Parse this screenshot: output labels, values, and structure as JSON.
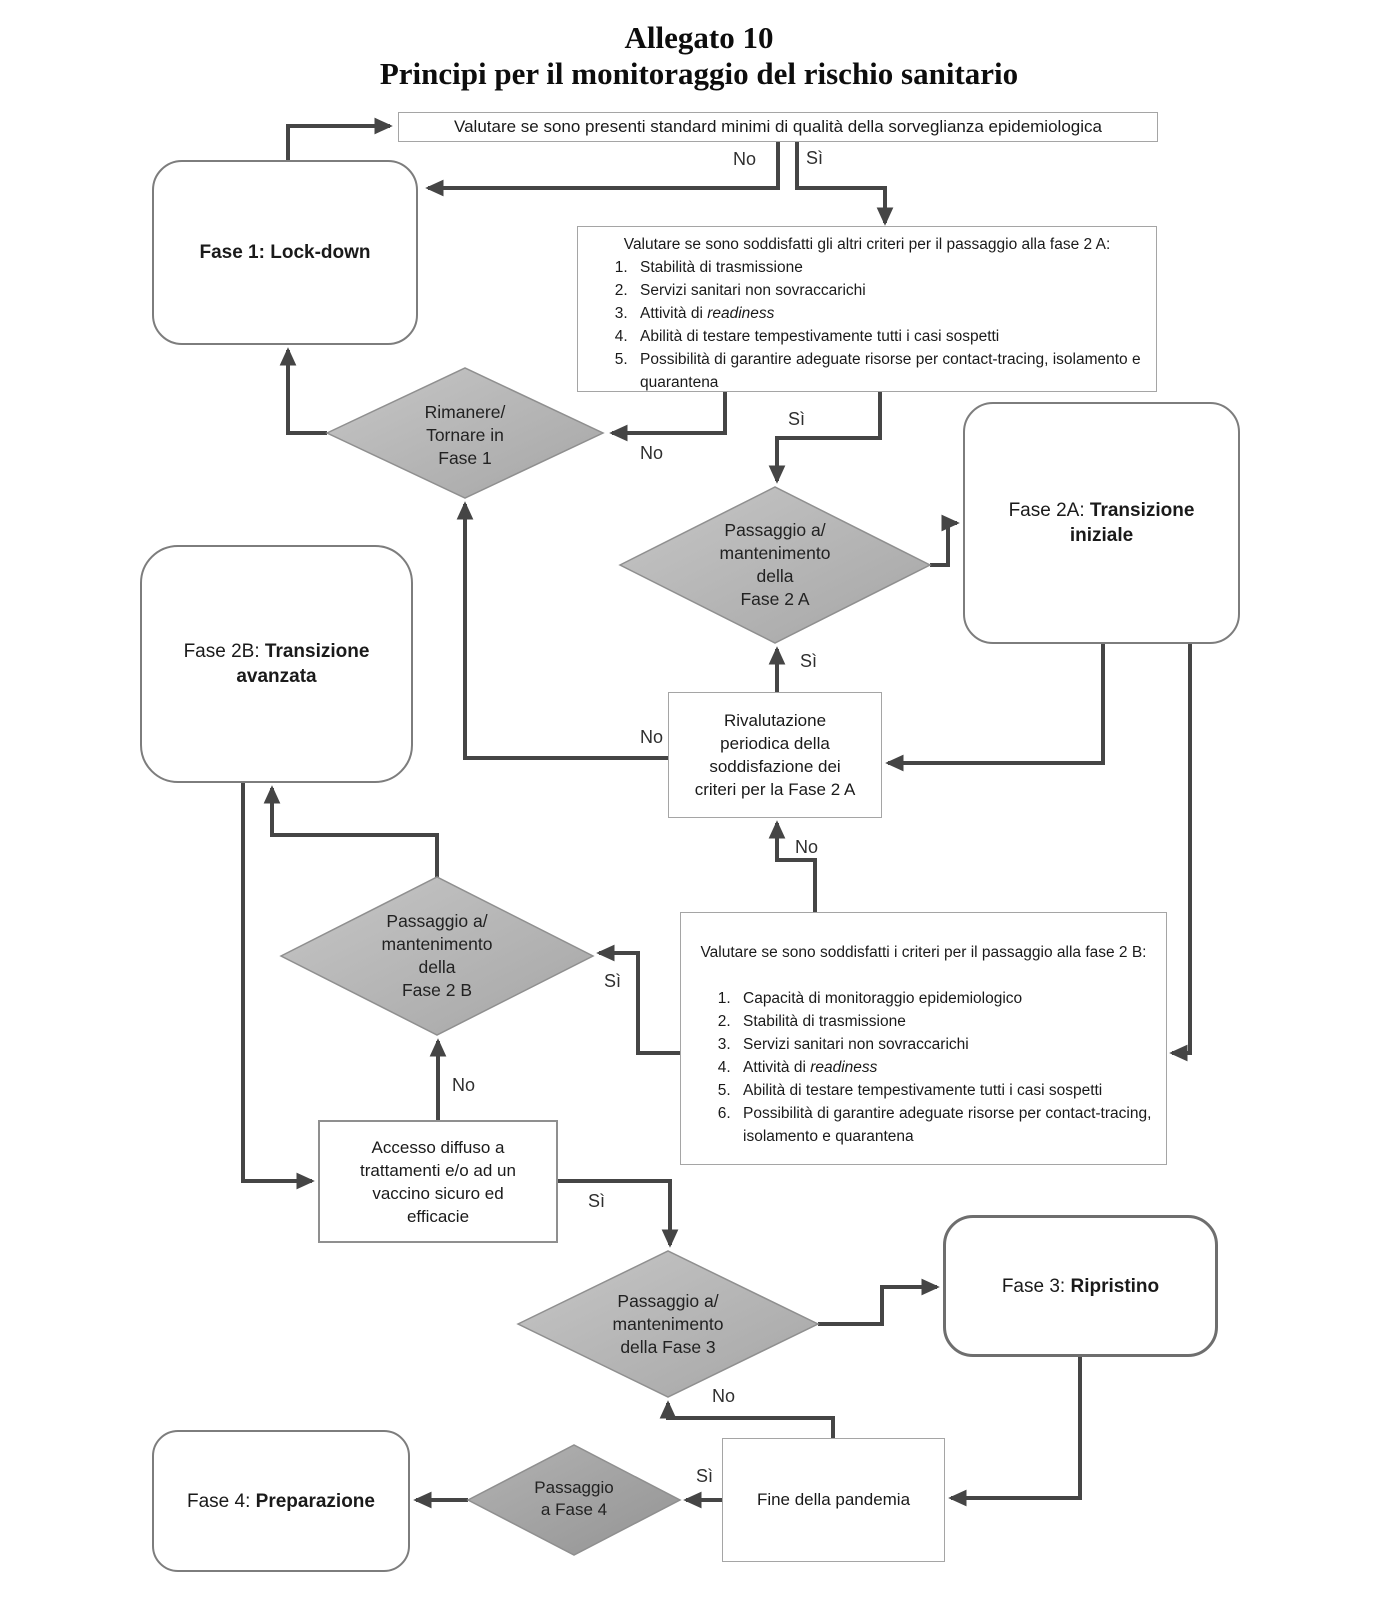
{
  "title": {
    "line1": "Allegato 10",
    "line2": "Principi per il monitoraggio del rischio sanitario"
  },
  "labels": {
    "yes": "Sì",
    "no": "No"
  },
  "nodes": {
    "surveillance": {
      "text": "Valutare se sono presenti standard minimi di qualità della sorveglianza epidemiologica"
    },
    "fase1": {
      "prefix": "Fase 1: ",
      "name": "Lock-down"
    },
    "criteria2a": {
      "heading": "Valutare se sono soddisfatti gli altri criteri per il passaggio alla fase 2 A:",
      "items": [
        "Stabilità di trasmissione",
        "Servizi sanitari non sovraccarichi",
        "Attività di *readiness*",
        "Abilità di testare tempestivamente tutti i casi sospetti",
        "Possibilità di garantire adeguate risorse per contact-tracing, isolamento e quarantena"
      ]
    },
    "remain_fase1": {
      "lines": [
        "Rimanere/",
        "Tornare in",
        "Fase 1"
      ]
    },
    "passaggio2a": {
      "lines": [
        "Passaggio a/",
        "mantenimento",
        "della",
        "Fase 2 A"
      ]
    },
    "fase2a": {
      "prefix": "Fase 2A: ",
      "name": "Transizione iniziale"
    },
    "rivalutazione": {
      "lines": [
        "Rivalutazione",
        "periodica della",
        "soddisfazione dei",
        "criteri per la Fase 2 A"
      ]
    },
    "fase2b": {
      "prefix": "Fase 2B: ",
      "name": "Transizione avanzata"
    },
    "passaggio2b": {
      "lines": [
        "Passaggio a/",
        "mantenimento",
        "della",
        "Fase 2 B"
      ]
    },
    "criteria2b": {
      "heading": "Valutare se sono soddisfatti i criteri per il passaggio alla fase 2 B:",
      "items": [
        "Capacità di monitoraggio epidemiologico",
        "Stabilità di trasmissione",
        "Servizi sanitari non sovraccarichi",
        "Attività di *readiness*",
        "Abilità di testare tempestivamente tutti i casi sospetti",
        "Possibilità di garantire adeguate risorse per contact-tracing, isolamento e quarantena"
      ]
    },
    "accesso": {
      "lines": [
        "Accesso diffuso a",
        "trattamenti e/o ad un",
        "vaccino sicuro ed",
        "efficacie"
      ]
    },
    "passaggio3": {
      "lines": [
        "Passaggio a/",
        "mantenimento",
        "della Fase 3"
      ]
    },
    "fase3": {
      "prefix": "Fase 3: ",
      "name": "Ripristino"
    },
    "fine": {
      "text": "Fine della pandemia"
    },
    "passaggio4": {
      "lines": [
        "Passaggio",
        "a Fase 4"
      ]
    },
    "fase4": {
      "prefix": "Fase 4: ",
      "name": "Preparazione"
    }
  },
  "colors": {
    "arrow": "#454545",
    "diamond_fill_light": "#c6c6c6",
    "diamond_fill_dark": "#a6a6a6",
    "diamond4_fill_light": "#b2b2b2",
    "diamond4_fill_dark": "#949494",
    "diamond_border": "#8f8f8f",
    "rounded_box_border": "#7d7d7d",
    "thin_border": "#a5a5a5"
  }
}
